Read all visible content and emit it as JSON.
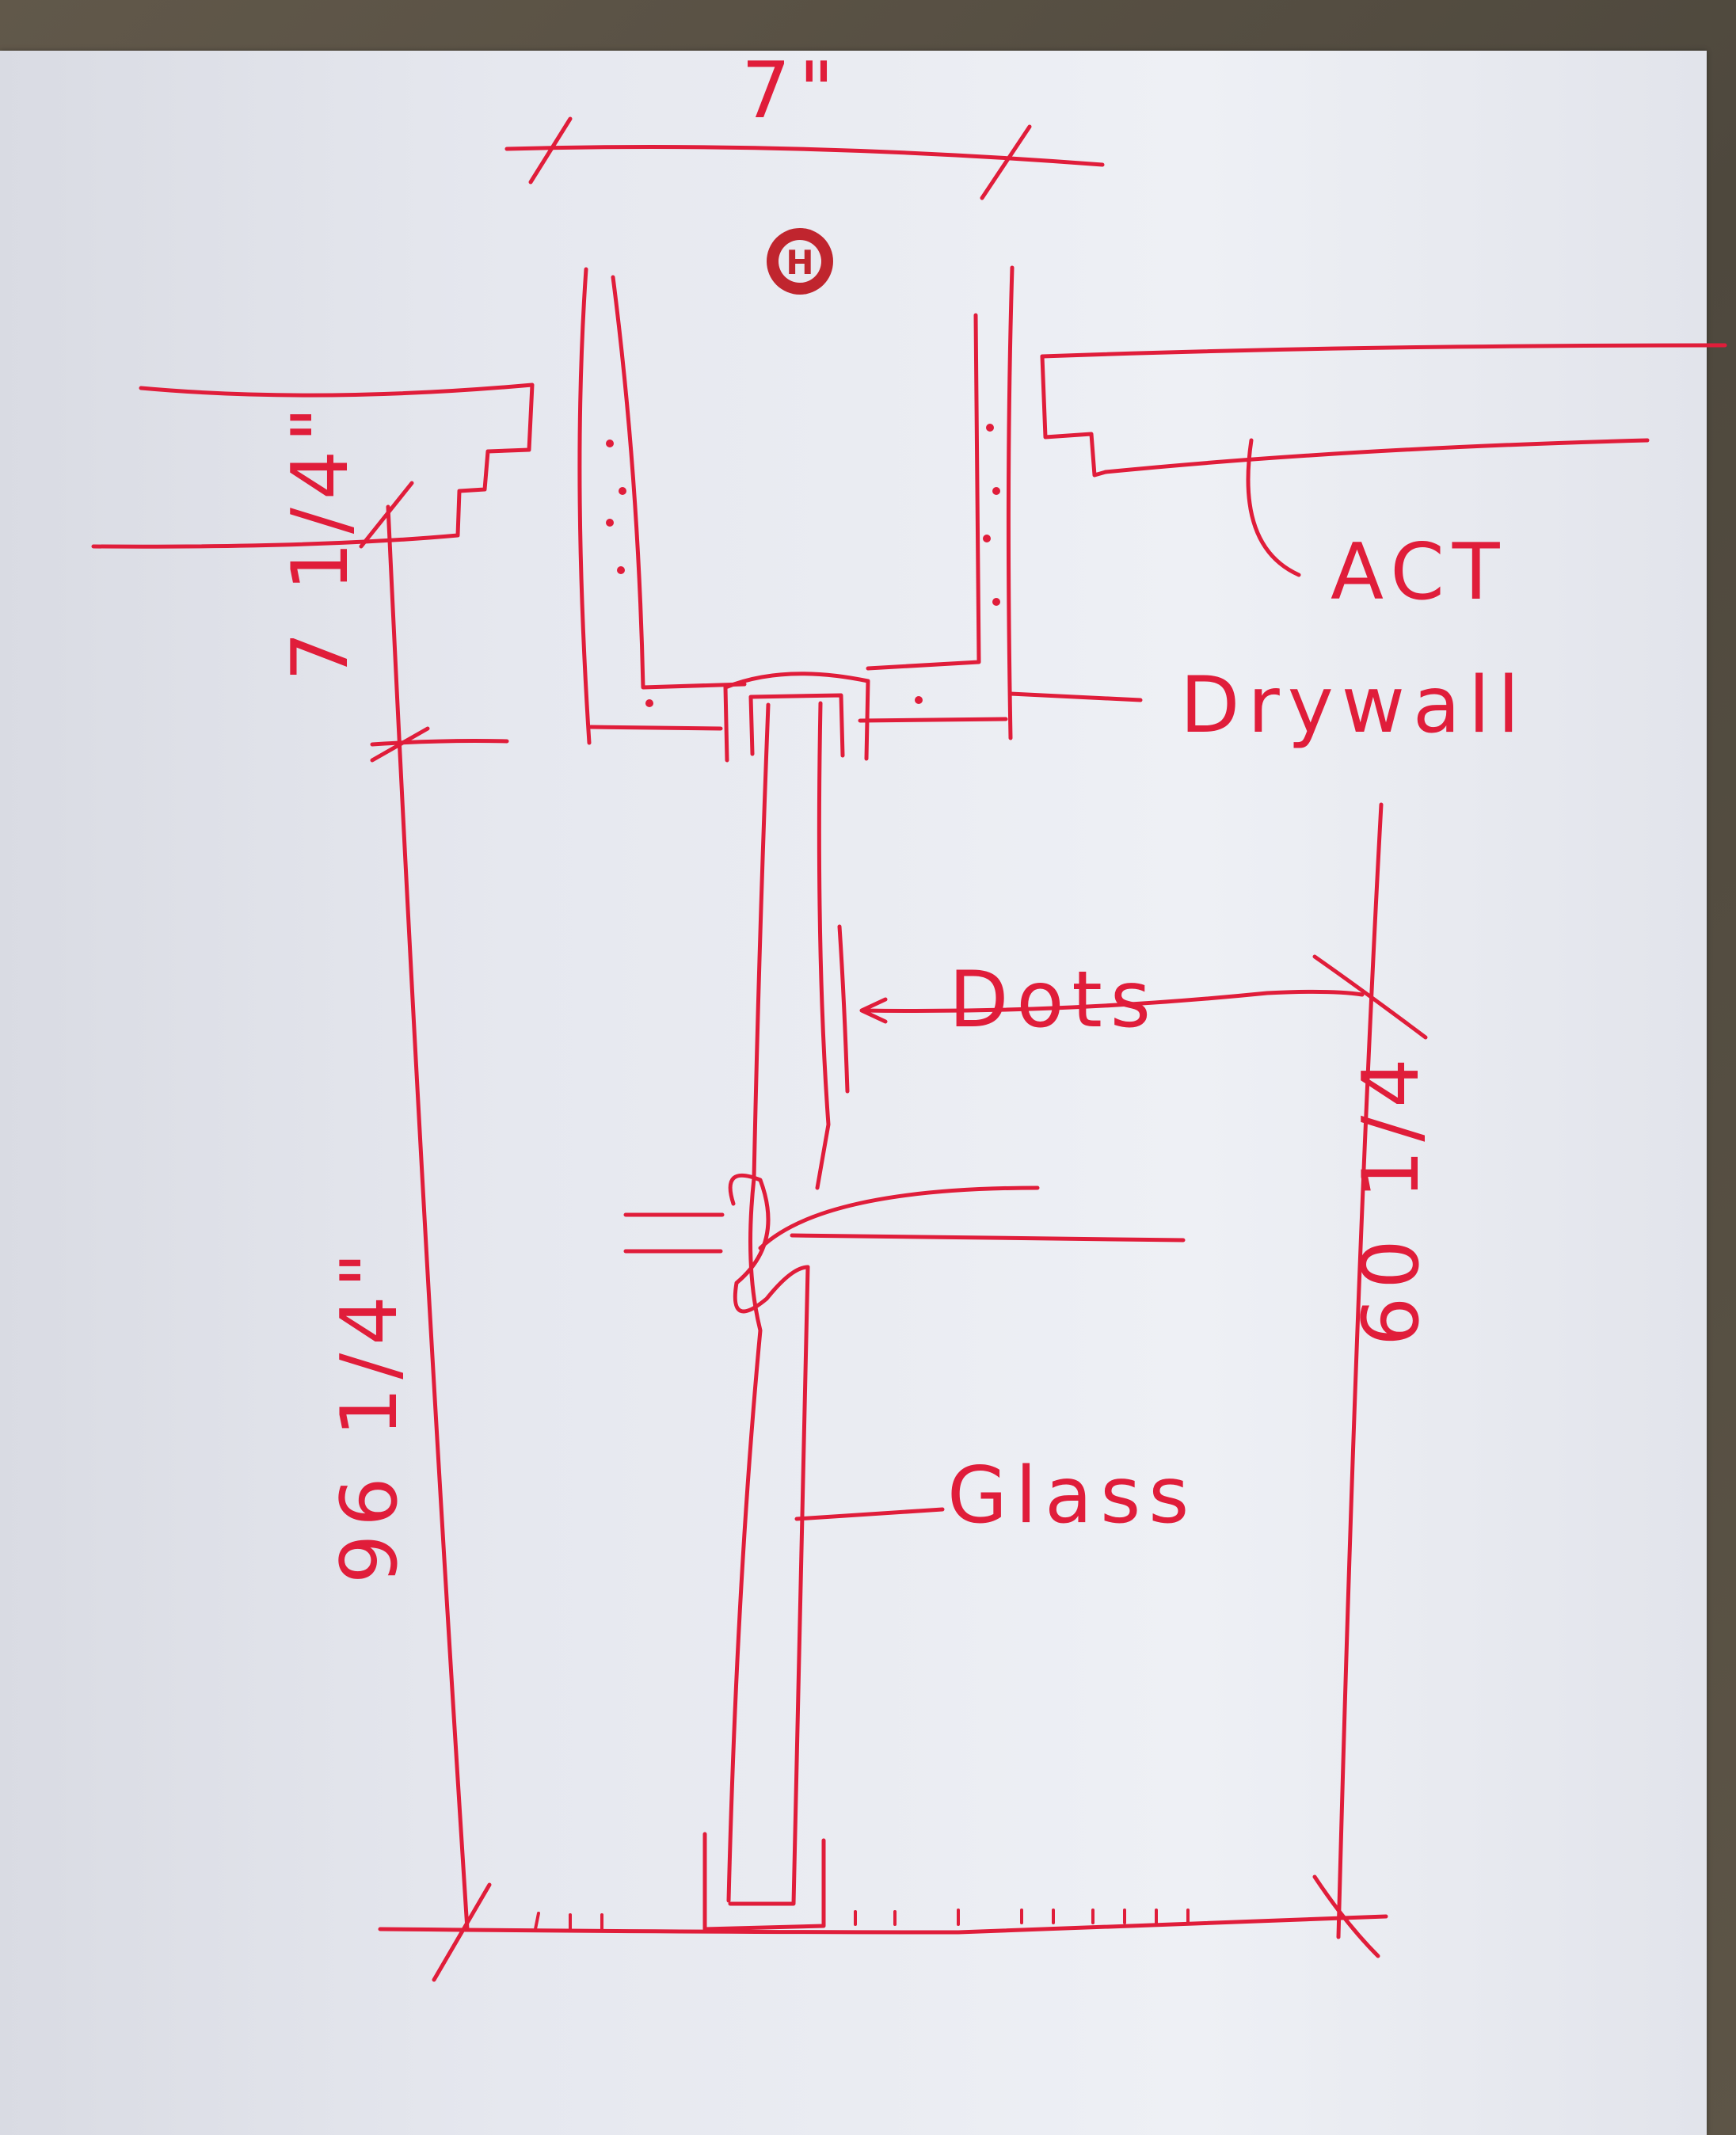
{
  "labels": {
    "width_dim": "7\"",
    "act": "ACT",
    "drywall": "Drywall",
    "dots": "Dots",
    "glass": "Glass",
    "left_upper_dim": "7 1/4\"",
    "left_full_dim": "96 1/4\"",
    "right_dim": "60 1/4"
  },
  "logo": {
    "letter": "H",
    "color": "#c0252e"
  },
  "colors": {
    "ink": "#e01d3a",
    "paper": "#e8eaf0"
  }
}
